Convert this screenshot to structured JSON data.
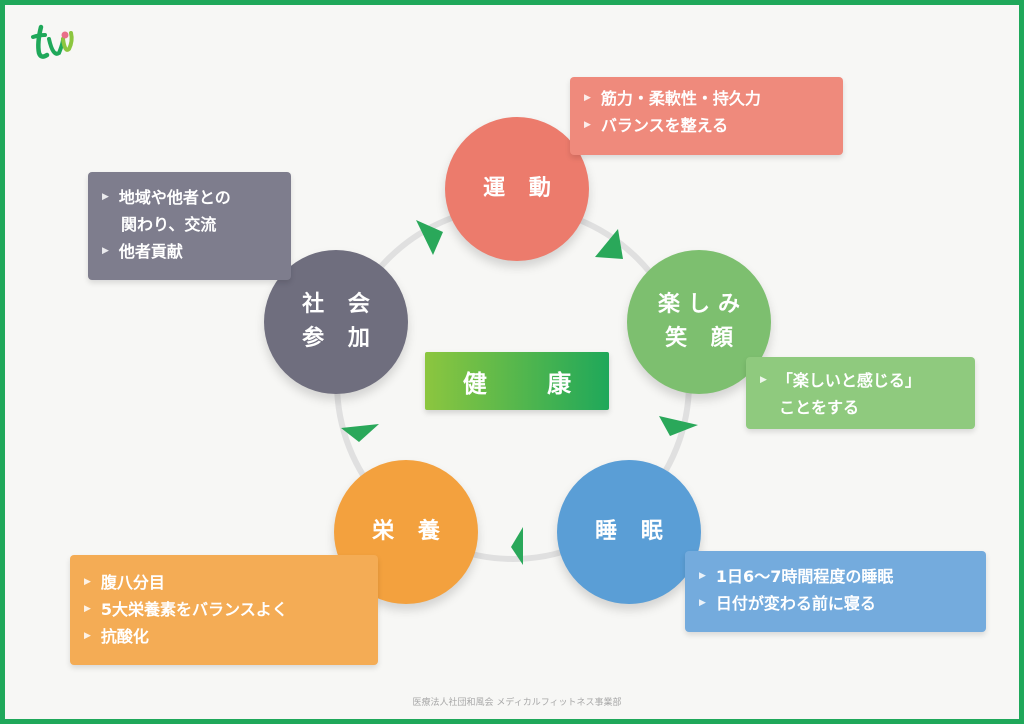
{
  "center": {
    "label": "健 康"
  },
  "nodes": {
    "exercise": {
      "line1": "運 動",
      "color": "#ec7b6c"
    },
    "enjoy": {
      "line1": "楽しみ",
      "line2": "笑 顔",
      "color": "#7dbf6f"
    },
    "sleep": {
      "line1": "睡 眠",
      "color": "#5a9ed6"
    },
    "nutrition": {
      "line1": "栄 養",
      "color": "#f3a13e"
    },
    "social": {
      "line1": "社 会",
      "line2": "参 加",
      "color": "#6f6e7e"
    }
  },
  "callouts": {
    "exercise": {
      "items": [
        "筋力・柔軟性・持久力",
        "バランスを整える"
      ],
      "color": "#ef8a7c"
    },
    "enjoy": {
      "items": [
        "「楽しいと感じる」"
      ],
      "continuation": "ことをする",
      "color": "#8fca7e"
    },
    "sleep": {
      "items": [
        "1日6〜7時間程度の睡眠",
        "日付が変わる前に寝る"
      ],
      "color": "#74abdd"
    },
    "nutrition": {
      "items": [
        "腹八分目",
        "5大栄養素をバランスよく",
        "抗酸化"
      ],
      "color": "#f4ac55"
    },
    "social": {
      "items": [
        "地域や他者との"
      ],
      "continuation": "関わり、交流",
      "items2": [
        "他者貢献"
      ],
      "color": "#7e7d8d"
    }
  },
  "footer": {
    "text": "医療法人社団和風会 メディカルフィットネス事業部"
  },
  "colors": {
    "border": "#1fa85a",
    "arrow": "#2aa85a",
    "ring": "#e0e0e0"
  },
  "icons": [
    "logo-icon",
    "bullet-icon",
    "cycle-arrow-icon"
  ]
}
